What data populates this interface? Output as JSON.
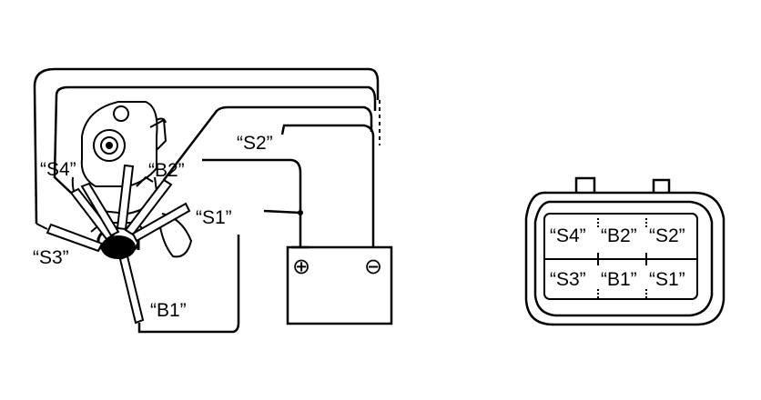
{
  "colors": {
    "ink": "#000000",
    "paper": "#ffffff"
  },
  "valve": {
    "labels": {
      "s4": "“S4”",
      "b2": "“B2”",
      "s2": "“S2”",
      "s1": "“S1”",
      "s3": "“S3”",
      "b1": "“B1”"
    }
  },
  "battery": {
    "positive_symbol": "⊕",
    "negative_symbol": "⊖"
  },
  "connector": {
    "top_row": [
      "“S4”",
      "“B2”",
      "“S2”"
    ],
    "bottom_row": [
      "“S3”",
      "“B1”",
      "“S1”"
    ]
  }
}
